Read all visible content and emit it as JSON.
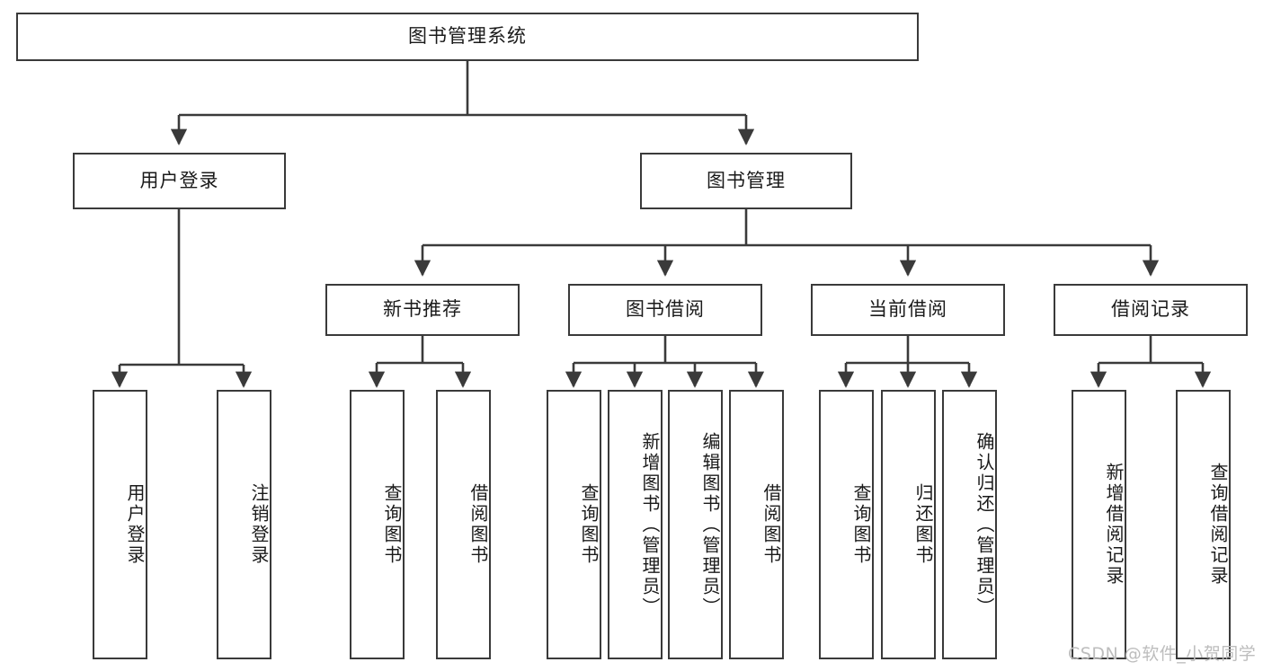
{
  "diagram": {
    "title": "图书管理系统",
    "root": {
      "label": "图书管理系统"
    },
    "level2": [
      {
        "label": "用户登录"
      },
      {
        "label": "图书管理"
      }
    ],
    "level3": [
      {
        "label": "新书推荐"
      },
      {
        "label": "图书借阅"
      },
      {
        "label": "当前借阅"
      },
      {
        "label": "借阅记录"
      }
    ],
    "leaves": {
      "user_login": [
        {
          "label": "用户登录"
        },
        {
          "label": "注销登录"
        }
      ],
      "new_book_recommend": [
        {
          "label": "查询图书"
        },
        {
          "label": "借阅图书"
        }
      ],
      "book_borrow": [
        {
          "label": "查询图书"
        },
        {
          "label": "新增图书（管理员）"
        },
        {
          "label": "编辑图书（管理员）"
        },
        {
          "label": "借阅图书"
        }
      ],
      "current_borrow": [
        {
          "label": "查询图书"
        },
        {
          "label": "归还图书"
        },
        {
          "label": "确认归还（管理员）"
        }
      ],
      "borrow_records": [
        {
          "label": "新增借阅记录"
        },
        {
          "label": "查询借阅记录"
        }
      ]
    }
  },
  "watermark": {
    "text": "CSDN @软件_小贺同学"
  },
  "colors": {
    "border": "#3a3a3a",
    "background": "#ffffff",
    "text": "#1a1a1a",
    "watermark": "#bdbdbd"
  }
}
